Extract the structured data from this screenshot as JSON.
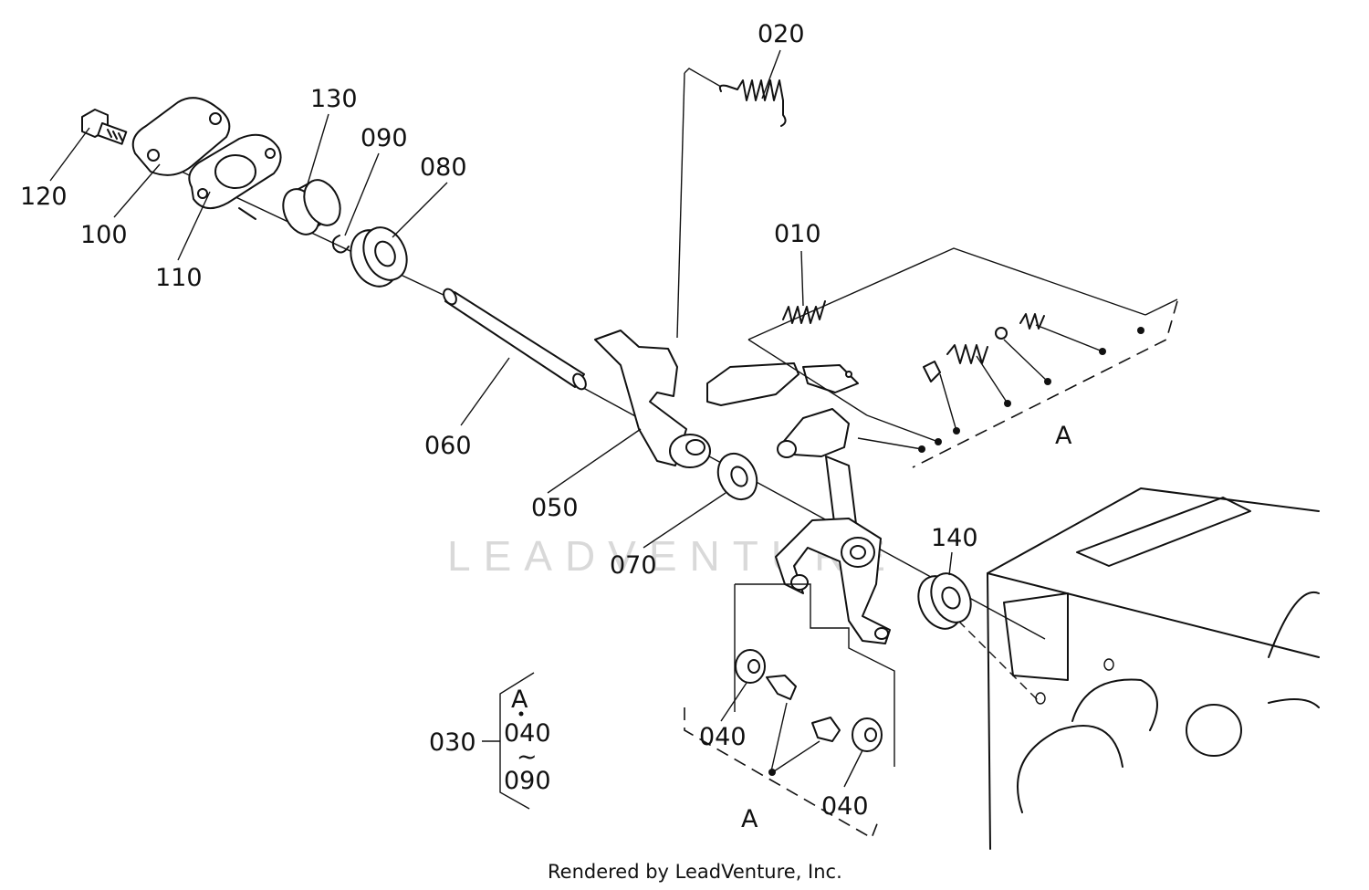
{
  "diagram": {
    "callouts": [
      {
        "id": "020",
        "label": "020"
      },
      {
        "id": "130",
        "label": "130"
      },
      {
        "id": "090",
        "label": "090"
      },
      {
        "id": "080",
        "label": "080"
      },
      {
        "id": "120",
        "label": "120"
      },
      {
        "id": "100",
        "label": "100"
      },
      {
        "id": "110",
        "label": "110"
      },
      {
        "id": "010",
        "label": "010"
      },
      {
        "id": "060",
        "label": "060"
      },
      {
        "id": "050",
        "label": "050"
      },
      {
        "id": "070",
        "label": "070"
      },
      {
        "id": "140",
        "label": "140"
      },
      {
        "id": "040a",
        "label": "040"
      },
      {
        "id": "040b",
        "label": "040"
      },
      {
        "id": "030",
        "label": "030"
      }
    ],
    "group_markers": [
      {
        "id": "A-upper",
        "label": "A"
      },
      {
        "id": "A-lower",
        "label": "A"
      }
    ],
    "kit_legend": {
      "group": "A",
      "from": "040",
      "to": "090",
      "range_symbol": "~"
    }
  },
  "watermark": "LEADVENTURE",
  "footer": "Rendered by LeadVenture, Inc."
}
